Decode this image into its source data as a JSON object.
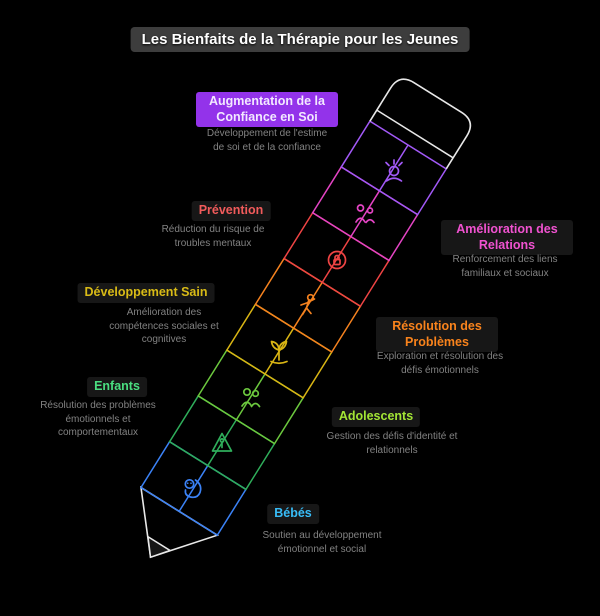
{
  "title": "Les Bienfaits de la Thérapie pour les Jeunes",
  "pencil": {
    "outline": "#e8e8e8",
    "lead_fill": "#161616"
  },
  "nodes": {
    "confidence": {
      "label": "Augmentation de la Confiance en Soi",
      "desc": "Développement de l'estime de soi et de la confiance",
      "color": "#9333ea"
    },
    "prevention": {
      "label": "Prévention",
      "desc": "Réduction du risque de troubles mentaux",
      "color": "#f15b5b"
    },
    "relations": {
      "label": "Amélioration des Relations",
      "desc": "Renforcement des liens familiaux et sociaux",
      "color": "#f052d0"
    },
    "developpement": {
      "label": "Développement Sain",
      "desc": "Amélioration des compétences sociales et cognitives",
      "color": "#d9bb16"
    },
    "resolution": {
      "label": "Résolution des Problèmes",
      "desc": "Exploration et résolution des défis émotionnels",
      "color": "#f9831c"
    },
    "enfants": {
      "label": "Enfants",
      "desc": "Résolution des problèmes émotionnels et comportementaux",
      "color": "#4ade80"
    },
    "adolescents": {
      "label": "Adolescents",
      "desc": "Gestion des défis d'identité et relationnels",
      "color": "#a3e635"
    },
    "bebes": {
      "label": "Bébés",
      "desc": "Soutien au développement émotionnel et social",
      "color": "#38bdf8"
    }
  },
  "segments": [
    {
      "label": "Bébés",
      "icon": "baby-icon",
      "color": "#3b82f6"
    },
    {
      "label": "Adolescents",
      "icon": "hazard-icon",
      "color": "#2fae5b"
    },
    {
      "label": "Enfants",
      "icon": "children-icon",
      "color": "#6cc83e"
    },
    {
      "label": "Développement Sain",
      "icon": "growth-icon",
      "color": "#d9b514"
    },
    {
      "label": "Résolution des Problèmes",
      "icon": "helping-icon",
      "color": "#f5821f"
    },
    {
      "label": "Prévention",
      "icon": "mind-lock-icon",
      "color": "#ef4444"
    },
    {
      "label": "Amélioration des Relations",
      "icon": "family-icon",
      "color": "#e444c4"
    },
    {
      "label": "Augmentation de la Confiance en Soi",
      "icon": "mind-icon",
      "color": "#a259f7"
    }
  ]
}
